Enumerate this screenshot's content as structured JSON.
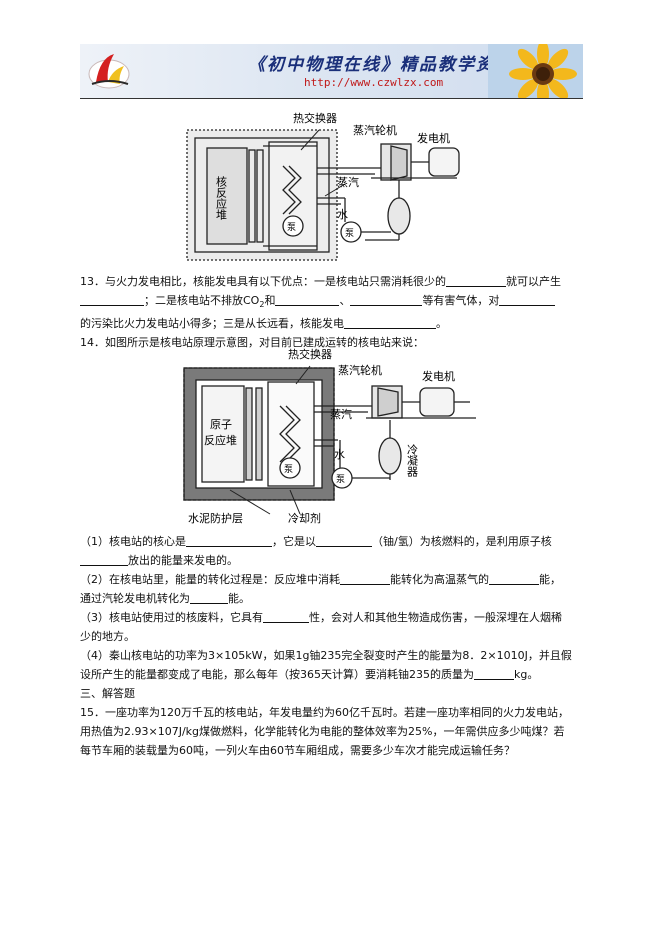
{
  "header": {
    "title": "《初中物理在线》精品教学资源库",
    "url": "http://www.czwlzx.com"
  },
  "figure1": {
    "label_heat_exchanger": "热交换器",
    "label_turbine": "蒸汽轮机",
    "label_generator": "发电机",
    "label_reactor": "核反应堆",
    "label_steam": "蒸汽",
    "label_water": "水",
    "label_pump": "泵"
  },
  "q13": {
    "text_a": "13．与火力发电相比，核能发电具有以下优点：一是核电站只需消耗很少的",
    "text_b": "就可以产生",
    "text_c": "；二是核电站不排放CO",
    "text_c_sub": "2",
    "text_d": "和",
    "text_e": "、",
    "text_f": "等有害气体，对",
    "text_g": "的污染比火力发电站小得多；三是从长远看，核能发电",
    "text_h": "。"
  },
  "q14": {
    "intro": "14．如图所示是核电站原理示意图，对目前已建成运转的核电站来说："
  },
  "figure2": {
    "label_heat_exchanger": "热交换器",
    "label_turbine": "蒸汽轮机",
    "label_generator": "发电机",
    "label_reactor_1": "原子",
    "label_reactor_2": "反应堆",
    "label_steam": "蒸汽",
    "label_water": "水",
    "label_pump": "泵",
    "label_condenser": "冷凝器",
    "label_shield": "水泥防护层",
    "label_coolant": "冷却剂"
  },
  "q14_parts": {
    "p1_a": "（1）核电站的核心是",
    "p1_b": "，它是以",
    "p1_c": "（铀/氢）为核燃料的，是利用原子核",
    "p1_d": "放出的能量来发电的。",
    "p2_a": "（2）在核电站里，能量的转化过程是：反应堆中消耗",
    "p2_b": "能转化为高温蒸气的",
    "p2_c": "能，",
    "p2_d": "通过汽轮发电机转化为",
    "p2_e": "能。",
    "p3_a": "（3）核电站使用过的核废料，它具有",
    "p3_b": "性，会对人和其他生物造成伤害，一般深埋在人烟稀",
    "p3_c": "少的地方。",
    "p4_a": "（4）秦山核电站的功率为3×105kW，如果1g铀235完全裂变时产生的能量为8．2×1010J，并且假",
    "p4_b": "设所产生的能量都变成了电能，那么每年（按365天计算）要消耗铀235的质量为",
    "p4_c": "kg。"
  },
  "section3": {
    "title": "三、解答题"
  },
  "q15": {
    "line1": "15．一座功率为120万千瓦的核电站，年发电量约为60亿千瓦时。若建一座功率相同的火力发电站，",
    "line2": "用热值为2.93×107J/kg煤做燃料，化学能转化为电能的整体效率为25%，一年需供应多少吨煤？若",
    "line3": "每节车厢的装载量为60吨，一列火车由60节车厢组成，需要多少车次才能完成运输任务？"
  }
}
